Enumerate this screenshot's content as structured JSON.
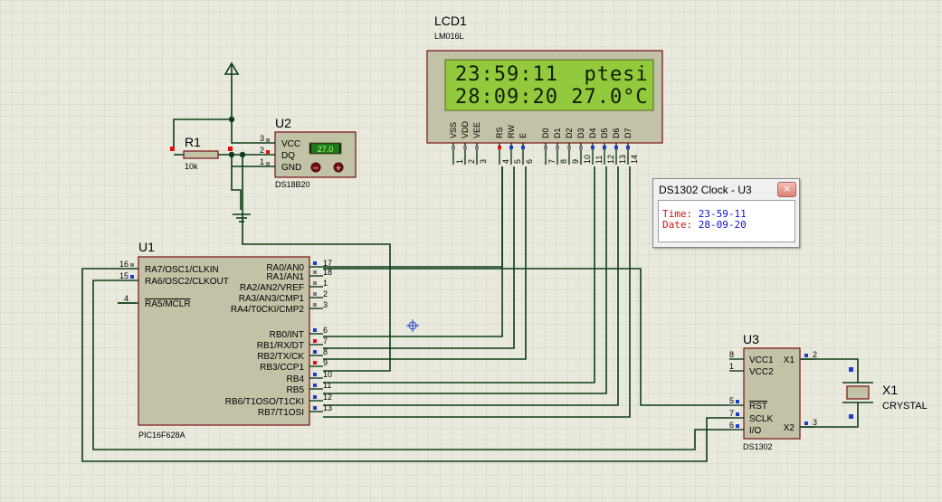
{
  "schematic": {
    "lcd": {
      "ref": "LCD1",
      "model": "LM016L",
      "line1": "23:59:11  ptesi",
      "line2": "28:09:20 27.0°C",
      "pin_names": [
        "VSS",
        "VDD",
        "VEE",
        "RS",
        "RW",
        "E",
        "D0",
        "D1",
        "D2",
        "D3",
        "D4",
        "D5",
        "D6",
        "D7"
      ],
      "pin_numbers": [
        "1",
        "2",
        "3",
        "4",
        "5",
        "6",
        "7",
        "8",
        "9",
        "10",
        "11",
        "12",
        "13",
        "14"
      ]
    },
    "sensor": {
      "ref": "U2",
      "model": "DS18B20",
      "display": "27.0",
      "pins": [
        {
          "num": "3",
          "name": "VCC"
        },
        {
          "num": "2",
          "name": "DQ"
        },
        {
          "num": "1",
          "name": "GND"
        }
      ]
    },
    "resistor": {
      "ref": "R1",
      "value": "10k"
    },
    "mcu": {
      "ref": "U1",
      "model": "PIC16F628A",
      "left_pins": [
        {
          "num": "16",
          "name": "RA7/OSC1/CLKIN"
        },
        {
          "num": "15",
          "name": "RA6/OSC2/CLKOUT"
        },
        {
          "num": "4",
          "name": "RA5/MCLR"
        }
      ],
      "right_pins": [
        {
          "num": "17",
          "name": "RA0/AN0"
        },
        {
          "num": "18",
          "name": "RA1/AN1"
        },
        {
          "num": "1",
          "name": "RA2/AN2/VREF"
        },
        {
          "num": "2",
          "name": "RA3/AN3/CMP1"
        },
        {
          "num": "3",
          "name": "RA4/T0CKI/CMP2"
        },
        {
          "num": "6",
          "name": "RB0/INT"
        },
        {
          "num": "7",
          "name": "RB1/RX/DT"
        },
        {
          "num": "8",
          "name": "RB2/TX/CK"
        },
        {
          "num": "9",
          "name": "RB3/CCP1"
        },
        {
          "num": "10",
          "name": "RB4"
        },
        {
          "num": "11",
          "name": "RB5"
        },
        {
          "num": "12",
          "name": "RB6/T1OSO/T1CKI"
        },
        {
          "num": "13",
          "name": "RB7/T1OSI"
        }
      ]
    },
    "rtc": {
      "ref": "U3",
      "model": "DS1302",
      "left_pins": [
        {
          "num": "8",
          "name": "VCC1"
        },
        {
          "num": "1",
          "name": "VCC2"
        },
        {
          "num": "5",
          "name": "RST"
        },
        {
          "num": "7",
          "name": "SCLK"
        },
        {
          "num": "6",
          "name": "I/O"
        }
      ],
      "right_pins": [
        {
          "num": "2",
          "name": "X1"
        },
        {
          "num": "3",
          "name": "X2"
        }
      ]
    },
    "crystal": {
      "ref": "X1",
      "model": "CRYSTAL"
    }
  },
  "popup": {
    "title": "DS1302 Clock - U3",
    "close_glyph": "×",
    "time_label": "Time:",
    "time_value": "23-59-11",
    "date_label": "Date:",
    "date_value": "28-09-20"
  },
  "colors": {
    "background": "#e9e9dd",
    "grid": "#d3d3c3",
    "wire": "#0b3d1a",
    "component_fill": "#c2c2a6",
    "component_stroke": "#7a1010",
    "lcd_screen": "#93c93c",
    "pin_high": "#e01010",
    "pin_low": "#1c3ccc",
    "pin_float": "#808080"
  }
}
